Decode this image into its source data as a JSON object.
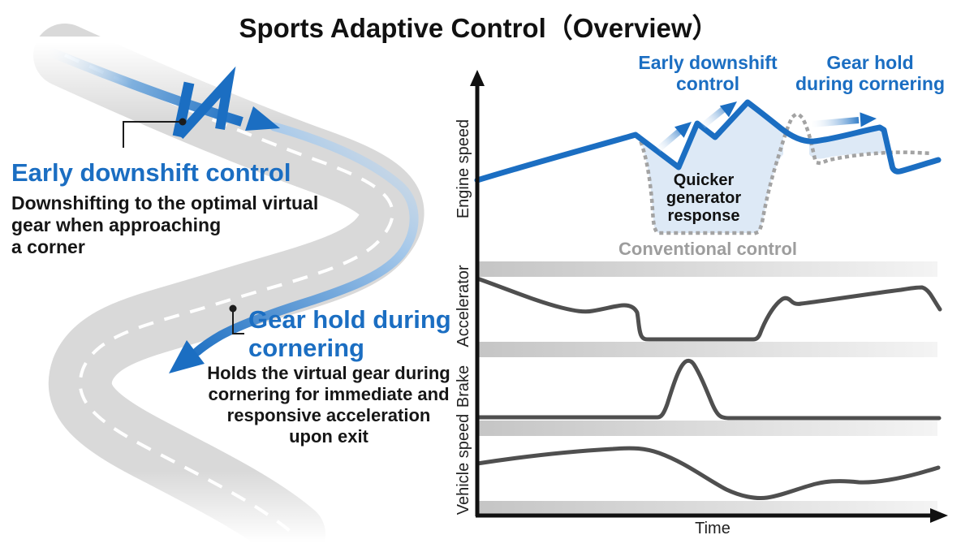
{
  "title": "Sports Adaptive Control（Overview）",
  "colors": {
    "accent_blue": "#1b6ec2",
    "light_blue_fill": "#dde9f6",
    "road_gray": "#d9d9d9",
    "curve_gray": "#4f4f4f",
    "dotted_gray": "#a3a3a3",
    "conventional_text_gray": "#9d9d9d",
    "text_black": "#161616"
  },
  "icons": {
    "downshift-bolt-icon": "blue zigzag downshift symbol on road",
    "route-arrow-icon": "blue curved trajectory arrow along road fading light-to-dark",
    "shaft-arrow-icon": "blue straight arrow along top of road",
    "upshift-arrow-1-icon": "small blue up-right arrow on engine speed rise",
    "upshift-arrow-2-icon": "small blue up-right arrow on engine speed rise",
    "hold-arrow-icon": "long blue horizontal arrow over gear-hold plateau",
    "axis-up-arrow-icon": "black vertical axis arrowhead",
    "axis-right-arrow-icon": "black horizontal axis arrowhead"
  },
  "left_panel": {
    "callout1": {
      "heading": "Early downshift control",
      "body": "Downshifting to the optimal virtual\ngear when approaching\na corner"
    },
    "callout2": {
      "heading": "Gear hold during\ncornering",
      "body": "Holds the virtual gear during\ncornering for immediate and\nresponsive acceleration\nupon exit"
    }
  },
  "chart": {
    "header_left": "Early downshift\ncontrol",
    "header_right": "Gear hold\nduring cornering",
    "quicker_annotation": "Quicker\ngenerator\nresponse",
    "conventional_label": "Conventional control",
    "y_axis_labels": [
      "Engine speed",
      "Accelerator",
      "Brake",
      "Vehicle speed"
    ],
    "x_axis_label": "Time"
  },
  "chart_data": [
    {
      "type": "line",
      "ylabel": "Engine speed",
      "xlabel": "Time",
      "series": [
        {
          "name": "Sports Adaptive Control",
          "style": "solid blue",
          "shape": "rises steadily, zigzags upward through three quick downshift peaks mid-corner, holds high through the corner, small drop near exit"
        },
        {
          "name": "Conventional control",
          "style": "dotted gray",
          "shape": "drops deeply during corner entry, recovers late with overshoot bump, stays lower during cornering"
        }
      ],
      "annotations": [
        "Quicker generator response",
        "Conventional control",
        "Early downshift control",
        "Gear hold during cornering"
      ],
      "legend_position": "none",
      "grid": false
    },
    {
      "type": "line",
      "ylabel": "Accelerator",
      "series": [
        {
          "name": "Accelerator pedal",
          "style": "solid dark gray",
          "shape": "high at start, eases off, small blip, released to zero during braking/corner, reapplied and gradually increased, released at end"
        }
      ],
      "grid": false
    },
    {
      "type": "line",
      "ylabel": "Brake",
      "series": [
        {
          "name": "Brake pedal",
          "style": "solid dark gray",
          "shape": "zero except one rounded spike during corner entry"
        }
      ],
      "grid": false
    },
    {
      "type": "line",
      "ylabel": "Vehicle speed",
      "series": [
        {
          "name": "Vehicle speed",
          "style": "solid dark gray",
          "shape": "gentle rise to plateau, slows through corner to a minimum, reaccelerates toward exit"
        }
      ],
      "grid": false
    }
  ]
}
